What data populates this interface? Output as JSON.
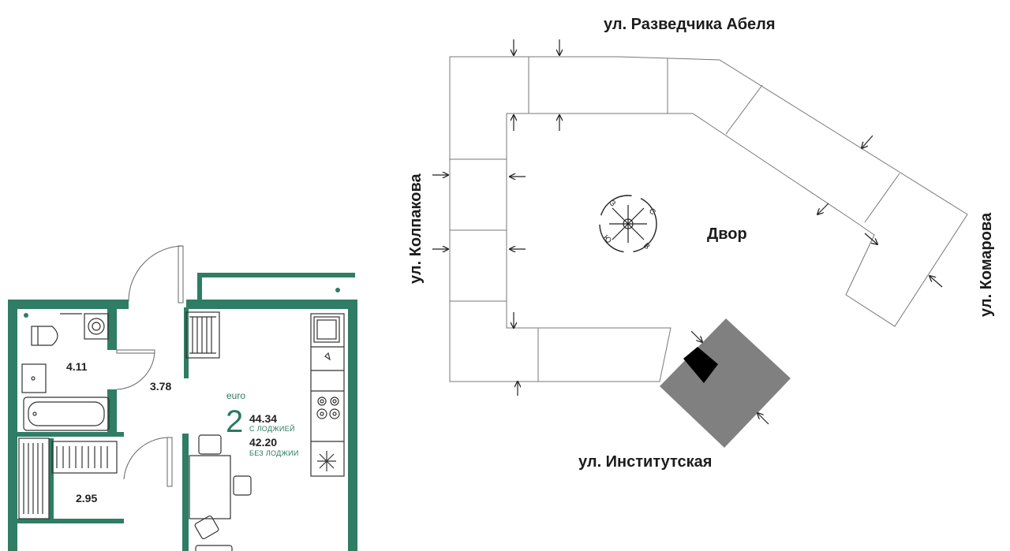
{
  "colors": {
    "wall": "#2e7d64",
    "accent": "#2a7a5f",
    "line": "#444444",
    "current_section": "#808080",
    "current_flat": "#000000"
  },
  "apartment": {
    "type_label": "euro",
    "rooms": "2",
    "area_with_loggia": "44.34",
    "with_loggia_label": "С ЛОДЖИЕЙ",
    "area_without_loggia": "42.20",
    "without_loggia_label": "БЕЗ ЛОДЖИИ",
    "room_areas": {
      "bathroom": "4.11",
      "hall": "3.78",
      "storage": "2.95"
    }
  },
  "site_plan": {
    "streets": {
      "top": "ул. Разведчика Абеля",
      "left": "ул. Колпакова",
      "right": "ул. Комарова",
      "bottom": "ул. Институтская"
    },
    "yard_label": "Двор",
    "compass": {
      "n": "С",
      "e": "В",
      "s": "Ю",
      "w": "З"
    }
  }
}
